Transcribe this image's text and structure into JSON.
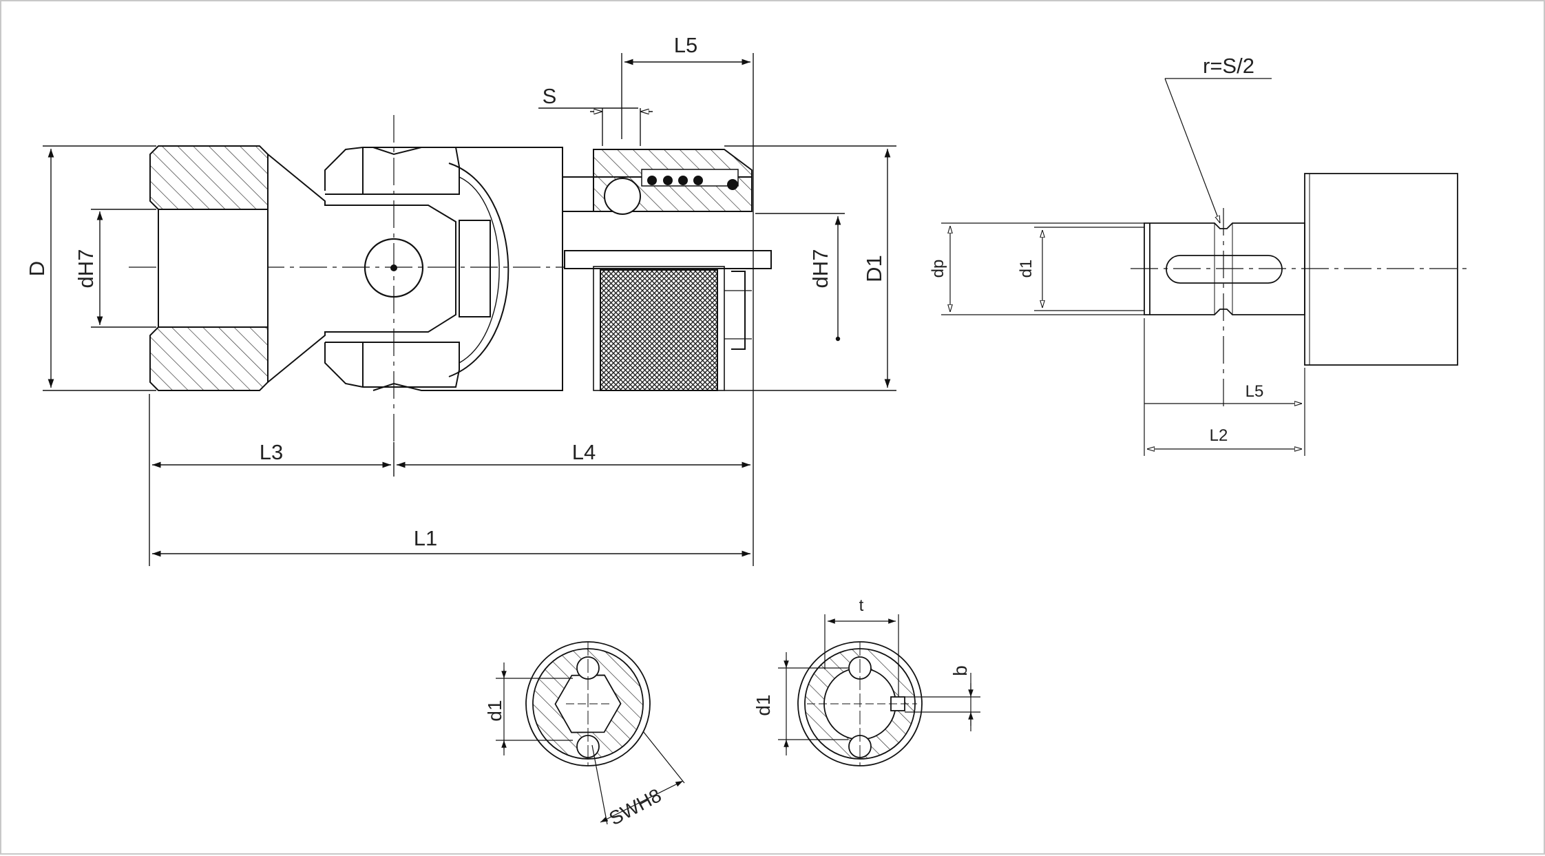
{
  "labels": {
    "L5_top": "L5",
    "S": "S",
    "D": "D",
    "dH7_left": "dH7",
    "dH7_right": "dH7",
    "D1": "D1",
    "L3": "L3",
    "L4": "L4",
    "L1": "L1",
    "r_note": "r=S/2",
    "dp": "dp",
    "d1_side": "d1",
    "L5_side": "L5",
    "L2": "L2",
    "d1_hex": "d1",
    "SWH8": "SWH8",
    "d1_key": "d1",
    "t": "t",
    "b": "b"
  }
}
